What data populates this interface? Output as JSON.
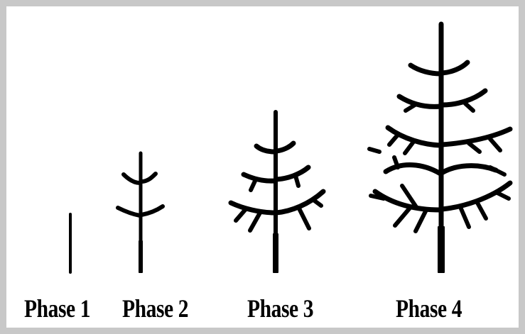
{
  "phases": [
    {
      "label": "Phase 1"
    },
    {
      "label": "Phase 2"
    },
    {
      "label": "Phase 3"
    },
    {
      "label": "Phase 4"
    }
  ],
  "colors": {
    "frame": "#c8c8c8",
    "background": "#ffffff",
    "ink": "#000000"
  }
}
